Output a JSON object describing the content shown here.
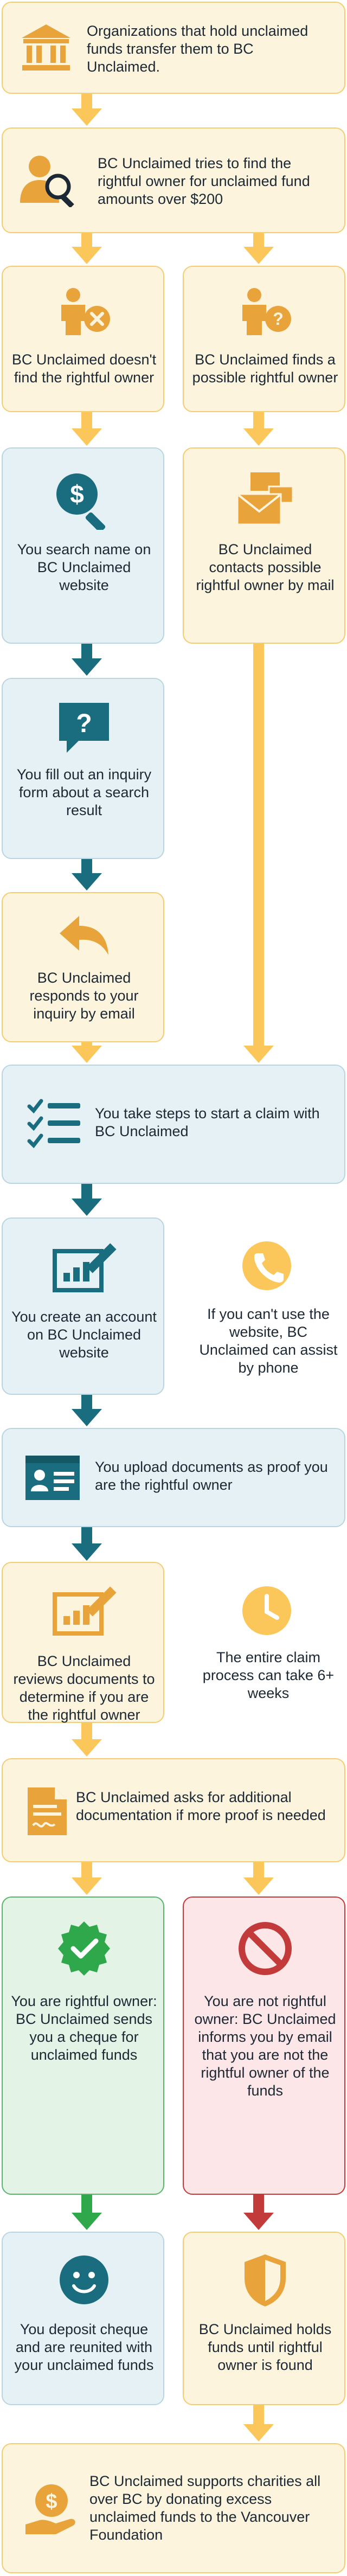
{
  "colors": {
    "yellow_fill": "#fdf4de",
    "yellow_border": "#f4cd72",
    "yellow_arrow": "#fbc75b",
    "blue_fill": "#e6f1f5",
    "blue_border": "#b9d6e0",
    "teal": "#1a6d7e",
    "green_fill": "#e3f4e6",
    "green": "#2ea84a",
    "red_fill": "#fce6e7",
    "red": "#c23a3a",
    "icon_orange": "#e8a43a"
  },
  "steps": {
    "s1": "Organizations that hold unclaimed funds transfer them to BC Unclaimed.",
    "s2": "BC Unclaimed tries to find the rightful owner for unclaimed fund amounts over $200",
    "s3a": "BC Unclaimed doesn't find the rightful owner",
    "s3b": "BC Unclaimed finds a possible rightful owner",
    "s4a": "You search name on BC Unclaimed website",
    "s4b": "BC Unclaimed contacts possible rightful owner by mail",
    "s5": "You fill out an inquiry form about a search result",
    "s6": "BC Unclaimed responds to your inquiry by email",
    "s7": "You take steps to start a claim with BC Unclaimed",
    "s8": "You create an account on BC Unclaimed website",
    "s8_note": "If you can't use the website, BC Unclaimed can assist by phone",
    "s9": "You upload documents as proof you are the rightful owner",
    "s10": "BC Unclaimed reviews documents to determine if you are the rightful owner",
    "s10_note": "The entire claim process can take 6+ weeks",
    "s11": "BC Unclaimed asks for additional documentation if more proof is needed",
    "s12a": "You are rightful owner: BC Unclaimed sends you a cheque for unclaimed funds",
    "s12b": "You are not rightful owner: BC Unclaimed informs you by email that you are not the rightful owner of the funds",
    "s13a": "You deposit cheque and are reunited with your unclaimed funds",
    "s13b": "BC Unclaimed holds funds until rightful owner is found",
    "s14": "BC Unclaimed supports charities all over BC by donating excess unclaimed funds to the Vancouver Foundation"
  },
  "icons": {
    "s1": "bank-building-icon",
    "s2": "person-search-icon",
    "s3a": "person-x-icon",
    "s3b": "person-question-icon",
    "s4a": "magnifier-dollar-icon",
    "s4b": "mail-envelope-icon",
    "s5": "speech-question-icon",
    "s6": "reply-arrow-icon",
    "s7": "checklist-icon",
    "s8": "form-edit-icon",
    "s8_note": "phone-icon",
    "s9": "id-card-icon",
    "s10": "form-edit-icon",
    "s10_note": "clock-icon",
    "s11": "document-icon",
    "s12a": "check-badge-icon",
    "s12b": "no-entry-icon",
    "s13a": "smiley-icon",
    "s13b": "shield-icon",
    "s14": "money-bag-hand-icon"
  }
}
